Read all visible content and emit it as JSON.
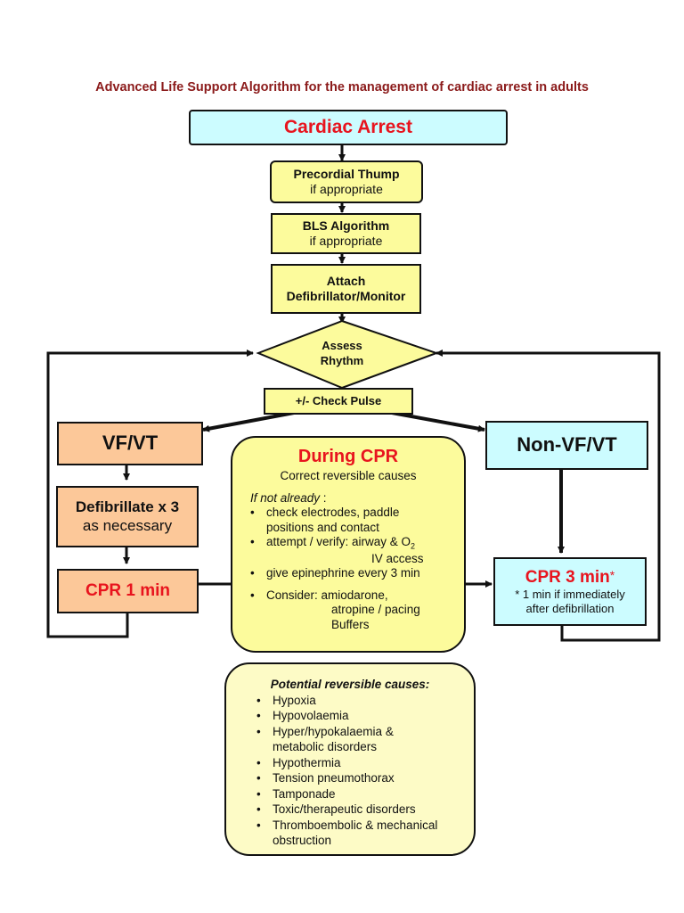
{
  "title": "Advanced Life Support Algorithm for the management of cardiac arrest in adults",
  "colors": {
    "title": "#8b1a1a",
    "emphasis_red": "#e8141e",
    "cyan_box": "#ccfcff",
    "yellow_box": "#fcfb9c",
    "orange_box": "#fcc899",
    "pale_yellow_box": "#fdfbc6"
  },
  "nodes": {
    "cardiac_arrest": {
      "label": "Cardiac Arrest"
    },
    "precordial_thump": {
      "label": "Precordial Thump",
      "sub": "if appropriate"
    },
    "bls_algorithm": {
      "label": "BLS Algorithm",
      "sub": "if appropriate"
    },
    "attach_defib": {
      "line1": "Attach",
      "line2": "Defibrillator/Monitor"
    },
    "assess_rhythm": {
      "line1": "Assess",
      "line2": "Rhythm"
    },
    "check_pulse": {
      "label": "+/- Check Pulse"
    },
    "vf_vt": {
      "label": "VF/VT"
    },
    "defibrillate": {
      "label": "Defibrillate x 3",
      "sub": "as necessary"
    },
    "cpr_1min": {
      "label": "CPR 1 min"
    },
    "non_vf_vt": {
      "label": "Non-VF/VT"
    },
    "cpr_3min": {
      "label": "CPR 3 min",
      "asterisk": "*",
      "note_line1": "* 1 min if immediately",
      "note_line2": "after defibrillation"
    },
    "during_cpr": {
      "heading": "During CPR",
      "subheading": "Correct reversible causes",
      "intro_italic": "If not already",
      "intro_colon": " :",
      "items": [
        {
          "line1": "check electrodes, paddle",
          "line2": "positions and contact"
        },
        {
          "line1": "attempt / verify:  airway & O",
          "sub": "2",
          "line2": "IV access"
        },
        {
          "line1": "give epinephrine every 3 min"
        },
        {
          "line1": "Consider:  amiodarone,",
          "line2": "atropine / pacing",
          "line3": "Buffers"
        }
      ]
    },
    "reversible_causes": {
      "heading": "Potential reversible causes:",
      "items": [
        {
          "line1": "Hypoxia"
        },
        {
          "line1": "Hypovolaemia"
        },
        {
          "line1": "Hyper/hypokalaemia &",
          "line2": "metabolic disorders"
        },
        {
          "line1": "Hypothermia"
        },
        {
          "line1": "Tension pneumothorax"
        },
        {
          "line1": "Tamponade"
        },
        {
          "line1": "Toxic/therapeutic disorders"
        },
        {
          "line1": "Thromboembolic & mechanical",
          "line2": "obstruction"
        }
      ]
    }
  }
}
